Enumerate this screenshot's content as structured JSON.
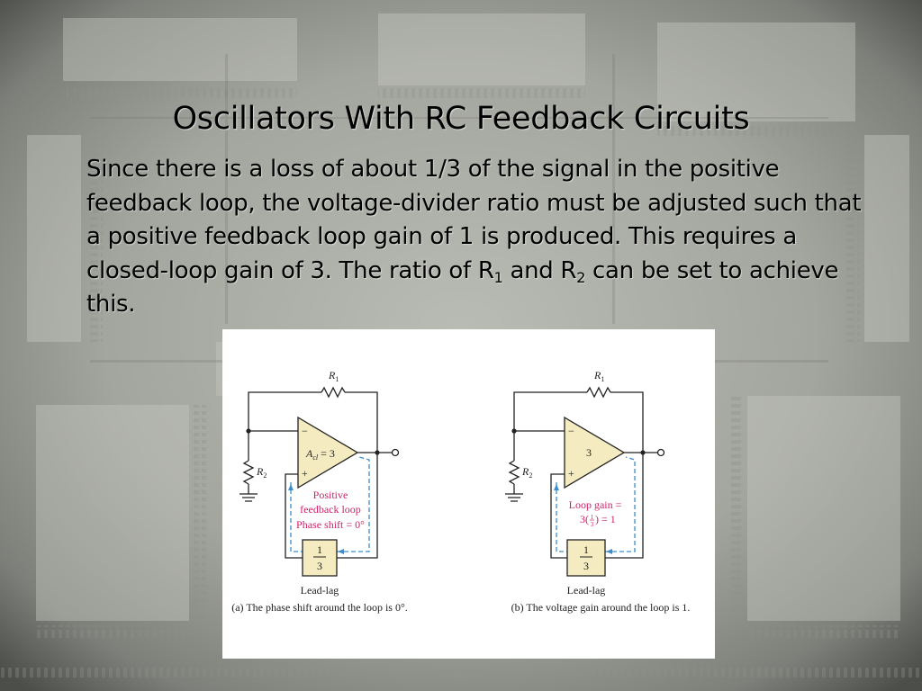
{
  "slide": {
    "title": "Oscillators With RC Feedback Circuits",
    "paragraph": {
      "text_before_r1": "Since there is a loss of about 1/3 of the signal in the positive feedback loop, the voltage-divider ratio must be adjusted such that a positive feedback loop gain of 1 is produced. This requires a closed-loop gain of 3. The ratio of R",
      "r1_subscript": "1",
      "text_between": " and R",
      "r2_subscript": "2",
      "text_after": " can be set to achieve this."
    }
  },
  "figure": {
    "circuit_a": {
      "r1_label": "R",
      "r1_sub": "1",
      "r2_label": "R",
      "r2_sub": "2",
      "minus_sign": "−",
      "plus_sign": "+",
      "amp_label_prefix": "A",
      "amp_label_sub": "cl",
      "amp_label_suffix": " = 3",
      "loop_text_1": "Positive",
      "loop_text_2": "feedback loop",
      "loop_text_3": "Phase shift = 0°",
      "box_num": "1",
      "box_den": "3",
      "box_label": "Lead-lag",
      "caption": "(a) The phase shift around the loop is 0°."
    },
    "circuit_b": {
      "r1_label": "R",
      "r1_sub": "1",
      "r2_label": "R",
      "r2_sub": "2",
      "minus_sign": "−",
      "plus_sign": "+",
      "amp_label": "3",
      "loop_text_1": "Loop gain =",
      "loop_text_2a": "3(",
      "loop_text_2b": ") = 1",
      "frac_num": "1",
      "frac_den": "3",
      "box_num": "1",
      "box_den": "3",
      "box_label": "Lead-lag",
      "caption": "(b) The voltage gain around the loop is 1."
    },
    "colors": {
      "wire": "#222222",
      "loop": "#3a8fd0",
      "annotation": "#d0206a",
      "box_fill": "#f4ebc0",
      "amp_fill": "#f4ebc0"
    }
  }
}
